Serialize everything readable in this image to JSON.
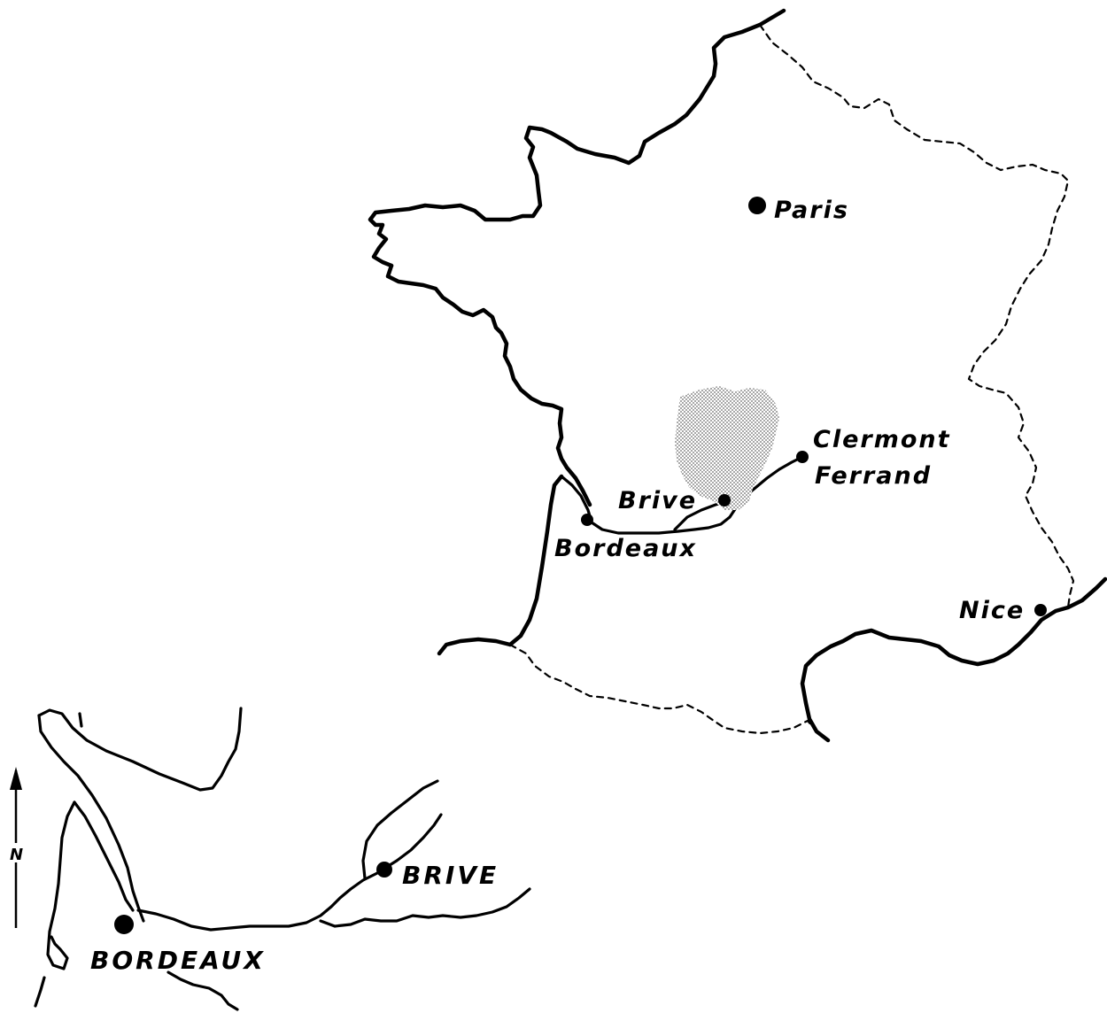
{
  "map": {
    "france": {
      "cities": {
        "paris": "Paris",
        "clermont_line1": "Clermont",
        "clermont_line2": "Ferrand",
        "brive": "Brive",
        "bordeaux": "Bordeaux",
        "nice": "Nice"
      },
      "region_shading": "stippled-region"
    },
    "inset": {
      "cities": {
        "bordeaux": "BORDEAUX",
        "brive": "BRIVE"
      },
      "north_arrow": "N"
    },
    "colors": {
      "ink": "#000000",
      "background": "#ffffff",
      "shading": "#9a9a9a"
    }
  }
}
